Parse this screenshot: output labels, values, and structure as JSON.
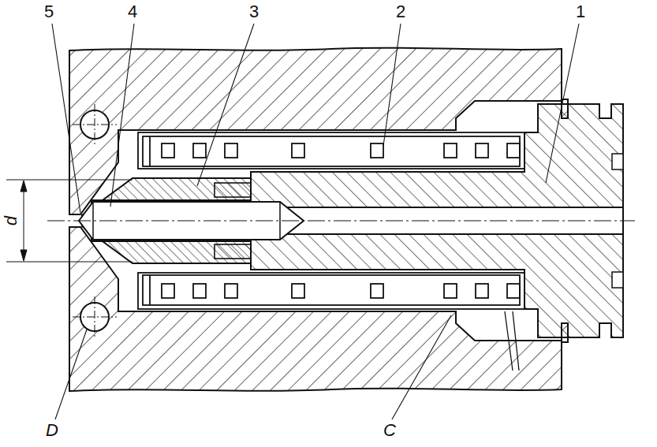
{
  "diagram": {
    "labels": [
      "5",
      "4",
      "3",
      "2",
      "1",
      "d",
      "D",
      "C"
    ]
  }
}
